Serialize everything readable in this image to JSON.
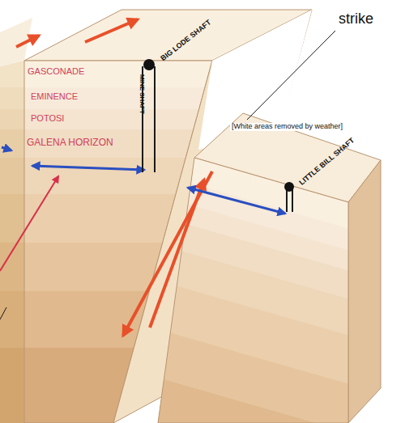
{
  "diagram": {
    "labels": [
      "GASCONADE",
      "EMINENCE",
      "POTOSI",
      "GALENA HORIZON",
      "BIG LODE SHAFT",
      "MINE SHAFT",
      "strike",
      "[White areas removed by weather]",
      "LITTLE BILL SHAFT"
    ]
  }
}
